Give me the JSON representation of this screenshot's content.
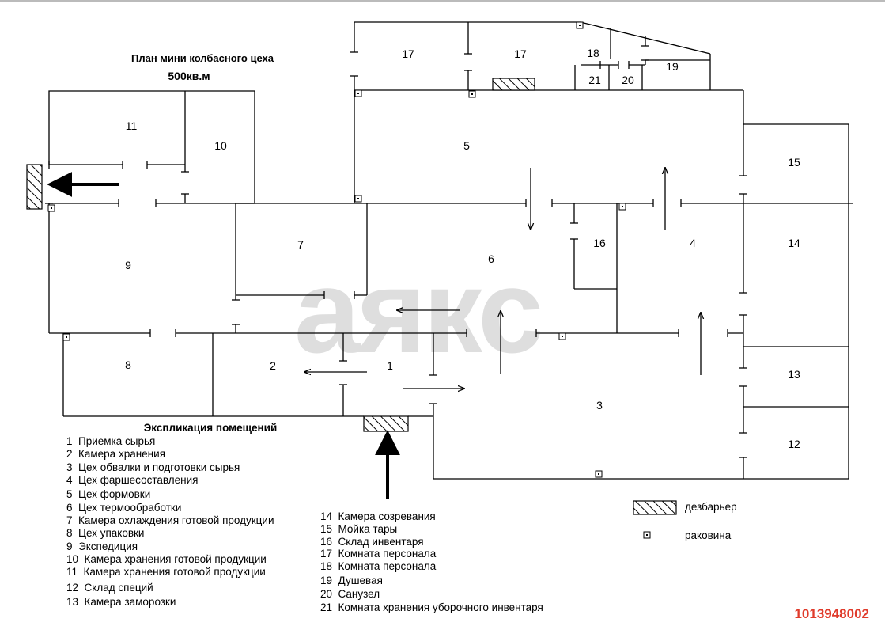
{
  "title": {
    "line1": "План мини колбасного цеха",
    "line2": "500кв.м"
  },
  "explication": {
    "heading": "Экспликация помещений",
    "column1": [
      "1  Приемка сырья",
      "2  Камера хранения",
      "3  Цех обвалки и подготовки сырья",
      "4  Цех фаршесоставления",
      "5  Цех формовки",
      "6  Цех термообработки",
      "7  Камера охлаждения готовой продукции",
      "8  Цех упаковки",
      "9  Экспедиция",
      "10  Камера хранения готовой продукции",
      "11  Камера хранения готовой продукции",
      "12  Склад специй",
      "13  Камера заморозки"
    ],
    "column2": [
      "14  Камера созревания",
      "15  Мойка тары",
      "16  Склад инвентаря",
      "17  Комната персонала",
      "18  Комната персонала",
      "19  Душевая",
      "20  Санузел",
      "21  Комната хранения уборочного инвентаря"
    ]
  },
  "key": {
    "barrier_label": "дезбарьер",
    "sink_label": "раковина"
  },
  "rooms": {
    "r1": "1",
    "r2": "2",
    "r3": "3",
    "r4": "4",
    "r5": "5",
    "r6": "6",
    "r7": "7",
    "r8": "8",
    "r9": "9",
    "r10": "10",
    "r11": "11",
    "r12": "12",
    "r13": "13",
    "r14": "14",
    "r15": "15",
    "r16": "16",
    "r17a": "17",
    "r17b": "17",
    "r18": "18",
    "r19": "19",
    "r20": "20",
    "r21": "21"
  },
  "watermark": "аякс",
  "listing_number": "1013948002",
  "colors": {
    "lines": "#000000",
    "listing_number": "#e03b2b",
    "watermark": "#8a8a8a"
  }
}
